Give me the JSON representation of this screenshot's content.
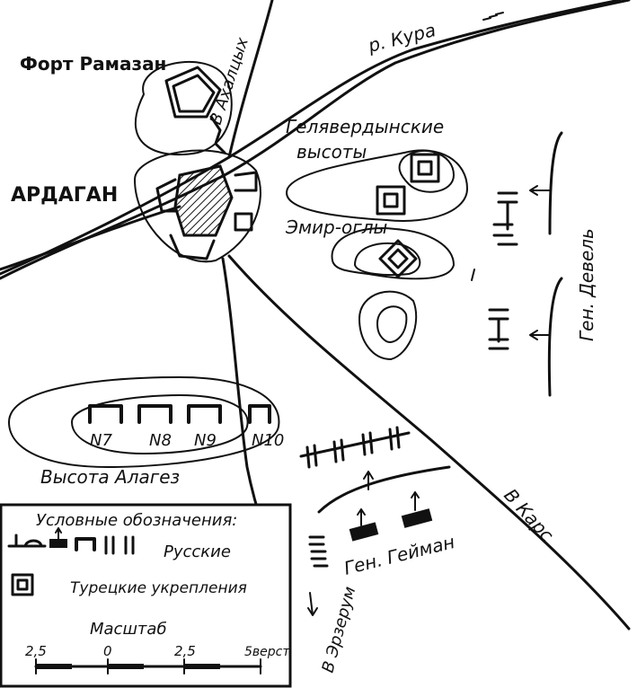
{
  "places": {
    "fort_ramazan": "Форт Рамазан",
    "ardagan": "АРДАГАН",
    "heights_line1": "Гелявердынские",
    "heights_line2": "высоты",
    "emir_ogly": "Эмир-оглы",
    "alagez": "Высота Алагез"
  },
  "roads": {
    "akhaltsykh": "В Ахалцых",
    "kars": "В Карс",
    "erzerum": "В Эрзерум"
  },
  "river": {
    "kura": "р. Кура"
  },
  "forts": [
    "N7",
    "N8",
    "N9",
    "N10"
  ],
  "commanders": {
    "devel": "Ген. Девель",
    "geiman": "Ген. Гейман"
  },
  "legend": {
    "title": "Условные обозначения:",
    "russian": "Русские",
    "turkish": "Турецкие укрепления",
    "scale_title": "Масштаб",
    "scale_ticks": [
      "2,5",
      "0",
      "2,5",
      "5верст"
    ]
  },
  "colors": {
    "ink": "#111111",
    "paper": "#ffffff"
  }
}
